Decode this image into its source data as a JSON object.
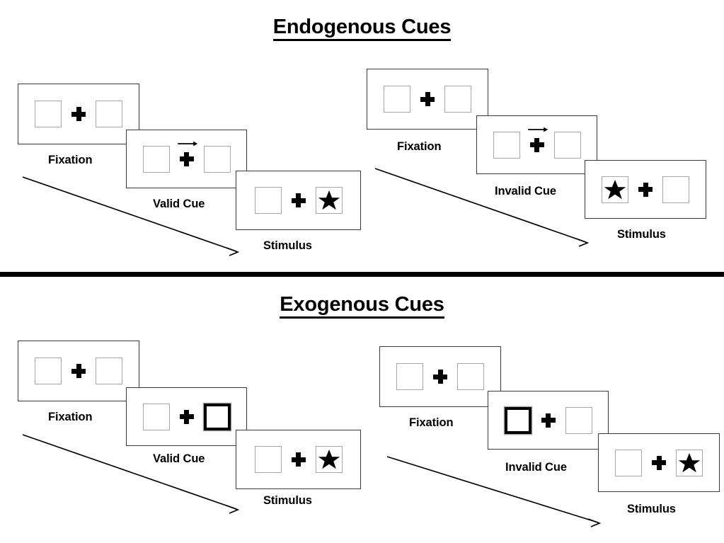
{
  "figure": {
    "background": "#ffffff",
    "line_color": "#3a3a3a",
    "box_color": "#a6a6a6",
    "accent": "#000000"
  },
  "sections": [
    {
      "id": "endogenous",
      "title": "Endogenous Cues",
      "cue_type": "arrow",
      "columns": [
        {
          "id": "valid",
          "frames": [
            {
              "label": "Fixation",
              "left_box": "empty",
              "right_box": "empty",
              "cue": "none"
            },
            {
              "label": "Valid Cue",
              "left_box": "empty",
              "right_box": "empty",
              "cue": "arrow-right"
            },
            {
              "label": "Stimulus",
              "left_box": "empty",
              "right_box": "star",
              "cue": "none"
            }
          ]
        },
        {
          "id": "invalid",
          "frames": [
            {
              "label": "Fixation",
              "left_box": "empty",
              "right_box": "empty",
              "cue": "none"
            },
            {
              "label": "Invalid Cue",
              "left_box": "empty",
              "right_box": "empty",
              "cue": "arrow-right"
            },
            {
              "label": "Stimulus",
              "left_box": "star",
              "right_box": "empty",
              "cue": "none"
            }
          ]
        }
      ]
    },
    {
      "id": "exogenous",
      "title": "Exogenous Cues",
      "cue_type": "box-flash",
      "columns": [
        {
          "id": "valid",
          "frames": [
            {
              "label": "Fixation",
              "left_box": "empty",
              "right_box": "empty",
              "cue": "none"
            },
            {
              "label": "Valid Cue",
              "left_box": "empty",
              "right_box": "cued",
              "cue": "right-box-highlight"
            },
            {
              "label": "Stimulus",
              "left_box": "empty",
              "right_box": "star",
              "cue": "none"
            }
          ]
        },
        {
          "id": "invalid",
          "frames": [
            {
              "label": "Fixation",
              "left_box": "empty",
              "right_box": "empty",
              "cue": "none"
            },
            {
              "label": "Invalid Cue",
              "left_box": "cued",
              "right_box": "empty",
              "cue": "left-box-highlight"
            },
            {
              "label": "Stimulus",
              "left_box": "empty",
              "right_box": "star",
              "cue": "none"
            }
          ]
        }
      ]
    }
  ],
  "icons": {
    "star": "star-shape",
    "plus": "fixation-cross",
    "cue_arrow": "arrow-right-icon",
    "timeline": "timeline-arrow-icon"
  }
}
